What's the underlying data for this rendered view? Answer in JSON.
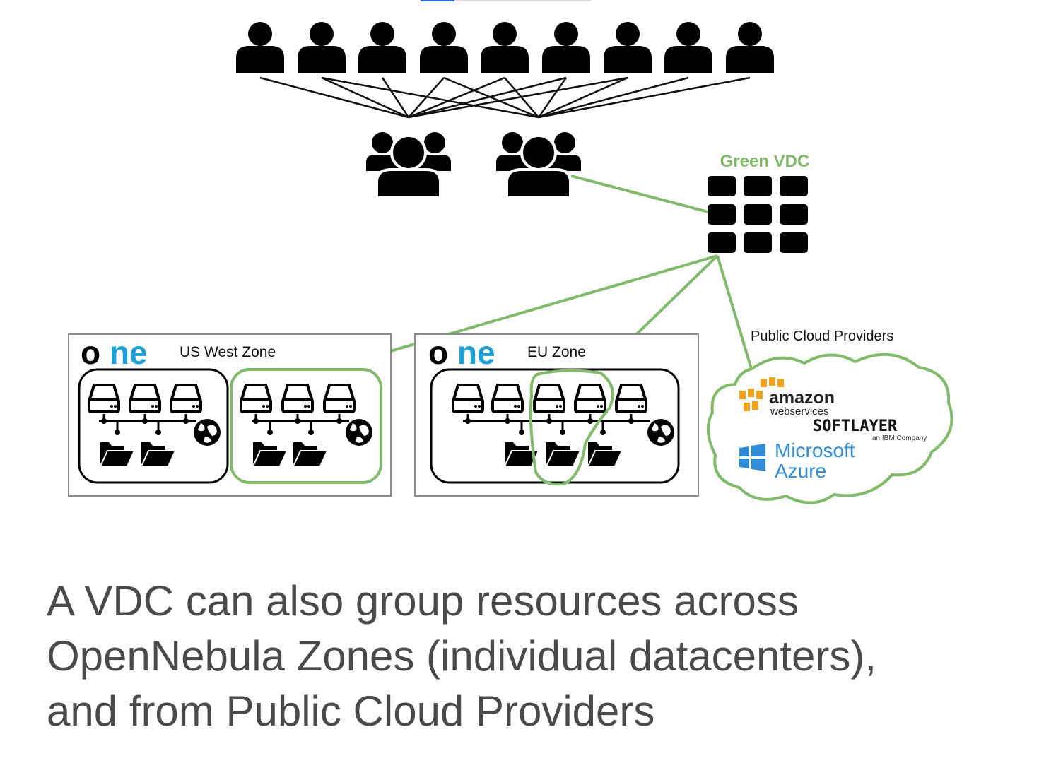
{
  "green_vdc": {
    "label": "Green VDC",
    "color": "#7fbb6a"
  },
  "zones": [
    {
      "logo": "one",
      "name": "US West Zone"
    },
    {
      "logo": "one",
      "name": "EU Zone"
    }
  ],
  "public_cloud": {
    "label": "Public Cloud Providers",
    "providers": {
      "amazon": {
        "line1": "amazon",
        "line2": "webservices"
      },
      "softlayer": {
        "line1": "SOFTLAYER",
        "line2": "an IBM Company"
      },
      "azure": {
        "line1": "Microsoft",
        "line2": "Azure"
      }
    }
  },
  "caption": {
    "lines": [
      "A VDC can also group resources across",
      "OpenNebula Zones (individual datacenters),",
      "and from Public Cloud Providers"
    ]
  },
  "colors": {
    "green": "#7fbb6a",
    "logo_blue": "#1da0d8",
    "azure_blue": "#2f8bd8",
    "amazon_orange": "#f3a21d",
    "text_gray": "#4a4a4a"
  },
  "icons": [
    "user-icon",
    "user-group-icon",
    "vdc-grid-icon",
    "server-icon",
    "folder-icon",
    "globe-icon",
    "cloud-icon",
    "windows-logo-icon",
    "aws-cubes-icon"
  ]
}
